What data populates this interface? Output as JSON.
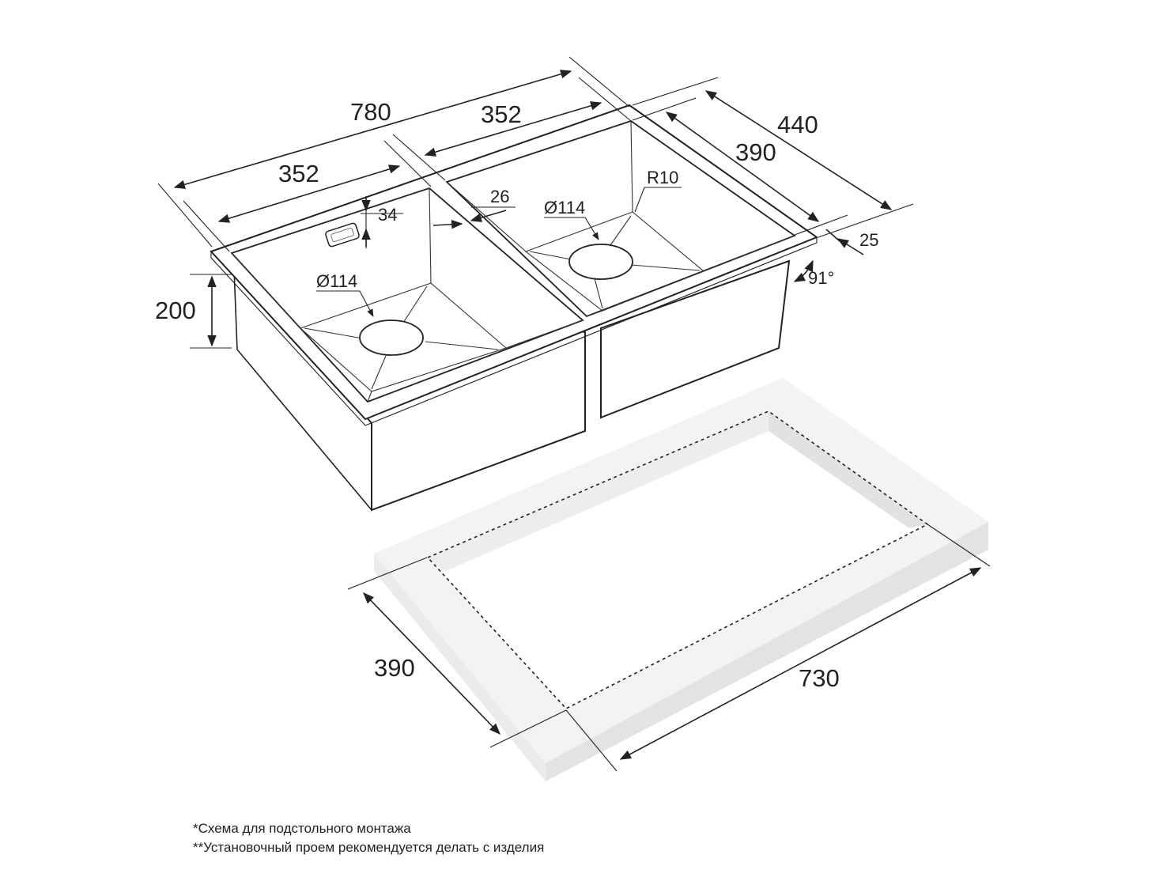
{
  "dimensions": {
    "total_length": "780",
    "bowl_right_width": "352",
    "bowl_left_width": "352",
    "total_depth": "440",
    "bowl_depth": "390",
    "edge_offset": "34",
    "partition_width": "26",
    "corner_radius": "R10",
    "drain_left": "Ø114",
    "drain_right": "Ø114",
    "flange": "25",
    "angle": "91°",
    "bowl_height": "200",
    "cutout_depth": "390",
    "cutout_length": "730"
  },
  "notes": {
    "line1": "*Схема для подстольного монтажа",
    "line2": "**Установочный проем рекомендуется делать с изделия"
  },
  "colors": {
    "line": "#222222",
    "countertop_face": "#f2f2f2",
    "countertop_side": "#e4e4e4"
  }
}
